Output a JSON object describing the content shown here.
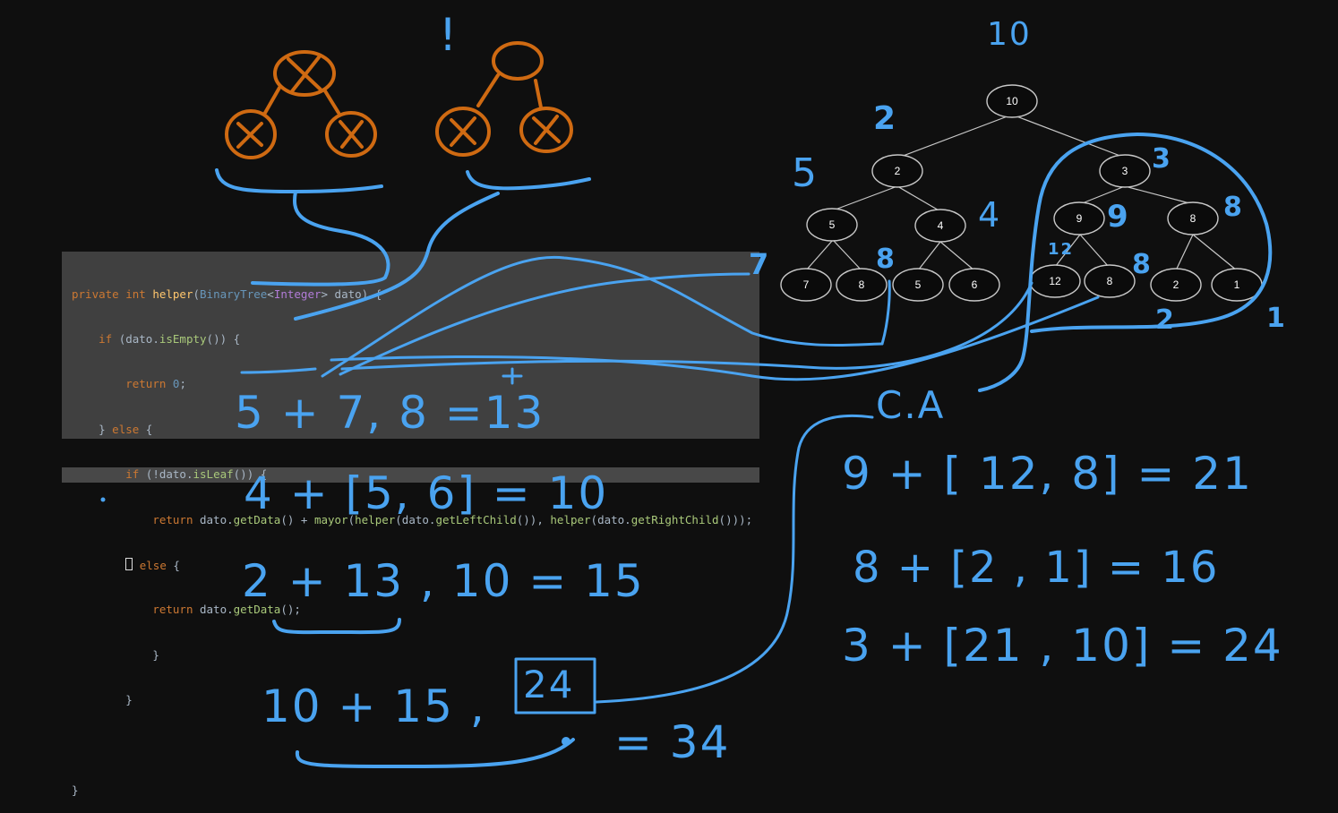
{
  "code": {
    "signature": {
      "kw1": "private",
      "kw2": "int",
      "name": "helper",
      "open": "(",
      "type": "BinaryTree",
      "lt": "<",
      "generic": "Integer",
      "gt": ">",
      "param": " dato) {"
    },
    "line2": {
      "kw": "if",
      "rest1": " (dato.",
      "call": "isEmpty",
      "rest2": "()) {"
    },
    "line3": {
      "kw": "return",
      "num": " 0",
      "end": ";"
    },
    "line4": {
      "text": "} ",
      "kw": "else",
      "end": " {"
    },
    "line5": {
      "kw": "if",
      "rest1": " (!dato.",
      "call": "isLeaf",
      "rest2": "()) {"
    },
    "line6": {
      "kw": "return",
      "t1": " dato.",
      "c1": "getData",
      "t2": "() + ",
      "c2": "mayor",
      "t3": "(",
      "c3": "helper",
      "t4": "(dato.",
      "c4": "getLeftChild",
      "t5": "()), ",
      "c5": "helper",
      "t6": "(dato.",
      "c6": "getRightChild",
      "t7": "()));"
    },
    "line7": {
      "kw": "else",
      "end": " {"
    },
    "line8": {
      "kw": "return",
      "t1": " dato.",
      "c1": "getData",
      "t2": "();"
    },
    "line9": {
      "text": "}"
    },
    "line10": {
      "text": "}"
    },
    "line11": {
      "text": ""
    },
    "line12": {
      "text": "}"
    }
  },
  "tree": {
    "nodes": [
      "10",
      "2",
      "3",
      "5",
      "4",
      "9",
      "8",
      "7",
      "8",
      "5",
      "6",
      "12",
      "8",
      "2",
      "1"
    ]
  },
  "handwriting": {
    "exclamation": "!",
    "top_label": "10",
    "lbl_2": "2",
    "lbl_5": "5",
    "lbl_4": "4",
    "lbl_3": "3",
    "lbl_9": "9",
    "lbl_8_right": "8",
    "lbl_8_leaf": "8",
    "lbl_8_mid": "8",
    "lbl_12": "12",
    "lbl_7": "7",
    "lbl_1": "1",
    "lbl_2_bottom": "2",
    "ca": "C.A",
    "eq1": "5 +  7, 8 =13",
    "eq2": "4 +  [5, 6] = 10",
    "eq3": "2 + 13 , 10 = 15",
    "eq4a": "10 + 15 ,",
    "eq4b": "24",
    "eq5": "= 34",
    "eq6": "9 + [ 12, 8] = 21",
    "eq7": "8 + [2 , 1] = 16",
    "eq8": "3 + [21 , 10] = 24"
  },
  "colors": {
    "ink": "#4aa3f0",
    "orange": "#cf6a12",
    "background": "#0f0f0f",
    "code_panel": "#404040"
  }
}
